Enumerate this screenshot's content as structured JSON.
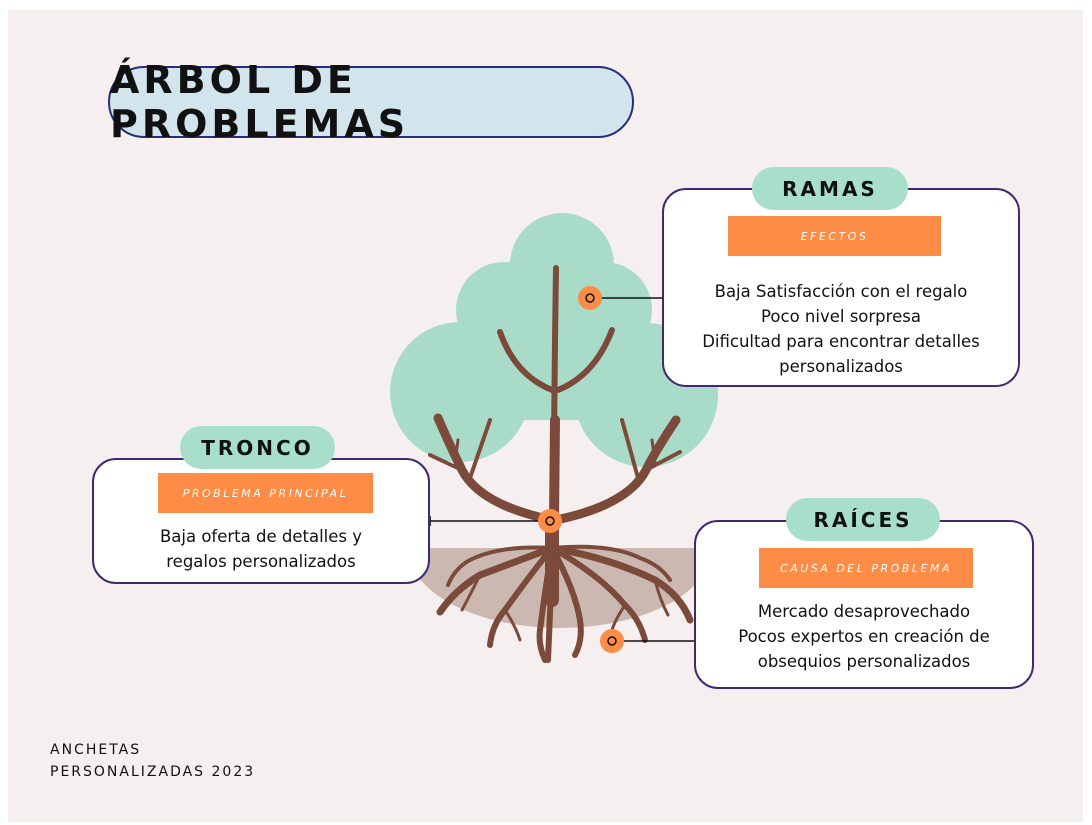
{
  "title": "ÁRBOL DE PROBLEMAS",
  "colors": {
    "background": "#f5f0ef",
    "title_fill": "#d2e4ec",
    "card_border": "#3f2a72",
    "tag_fill": "#a8dfcb",
    "band_fill": "#fc8c46",
    "foliage": "#a8dcc8",
    "trunk": "#7b4a3a",
    "ground": "#cbb8b1",
    "marker": "#fc8c46"
  },
  "ramas": {
    "tag": "RAMAS",
    "band": "EFECTOS",
    "lines": [
      "Baja Satisfacción con el regalo",
      "Poco nivel sorpresa",
      "Dificultad para encontrar detalles",
      "personalizados"
    ]
  },
  "tronco": {
    "tag": "TRONCO",
    "band": "PROBLEMA PRINCIPAL",
    "lines": [
      "Baja oferta de detalles y",
      "regalos personalizados"
    ]
  },
  "raices": {
    "tag": "RAÍCES",
    "band": "CAUSA DEL PROBLEMA",
    "lines": [
      "Mercado desaprovechado",
      "Pocos expertos en creación de",
      "obsequios personalizados"
    ]
  },
  "footer": {
    "line1": "ANCHETAS",
    "line2": "PERSONALIZADAS 2023"
  }
}
